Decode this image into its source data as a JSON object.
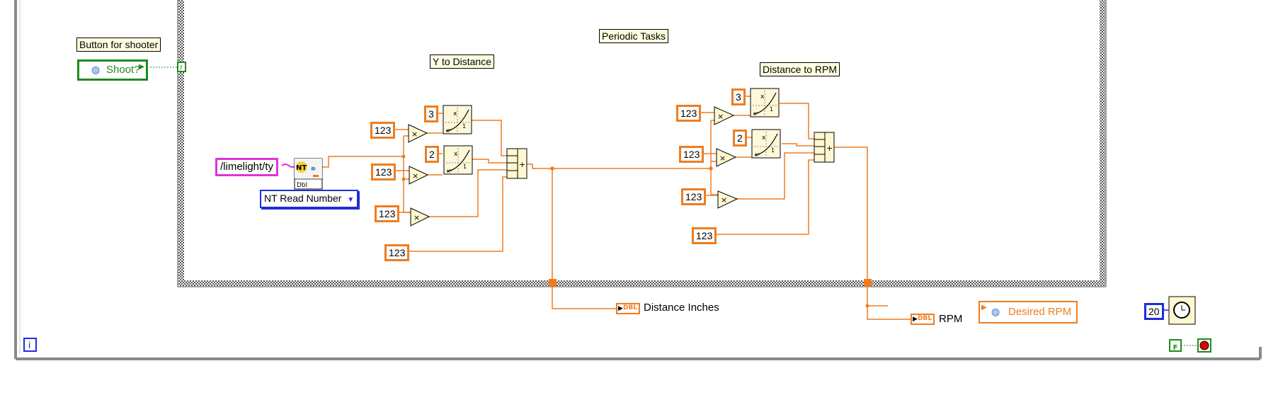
{
  "outer_loop": {
    "iteration_terminal": "i",
    "stop_constant": "F"
  },
  "periodic_tasks": {
    "label": "Periodic Tasks",
    "y_to_distance_label": "Y to Distance",
    "distance_to_rpm_label": "Distance to RPM"
  },
  "button_for_shooter": {
    "label": "Button for shooter",
    "control_text": "Shoot?"
  },
  "nt_read": {
    "path_constant": "/limelight/ty",
    "icon_text": "NT",
    "type_text": "Dbl",
    "selector_text": "NT Read Number"
  },
  "y_to_distance": {
    "exponents": [
      "3",
      "2"
    ],
    "coefficients": [
      "123",
      "123",
      "123",
      "123"
    ]
  },
  "distance_to_rpm": {
    "exponents": [
      "3",
      "2"
    ],
    "coefficients": [
      "123",
      "123",
      "123",
      "123"
    ]
  },
  "indicators": {
    "distance": {
      "type": "DBL",
      "label": "Distance Inches"
    },
    "rpm": {
      "type": "DBL",
      "label": "RPM"
    },
    "desired_rpm": {
      "control_text": "Desired RPM"
    }
  },
  "wait": {
    "ms_constant": "20"
  },
  "colors": {
    "dbl_wire": "#f07c1e",
    "bool_wire": "#1f8a1f",
    "string_wire": "#e033d8",
    "int_const": "#1c2fd8",
    "note_bg": "#ffffe1"
  }
}
